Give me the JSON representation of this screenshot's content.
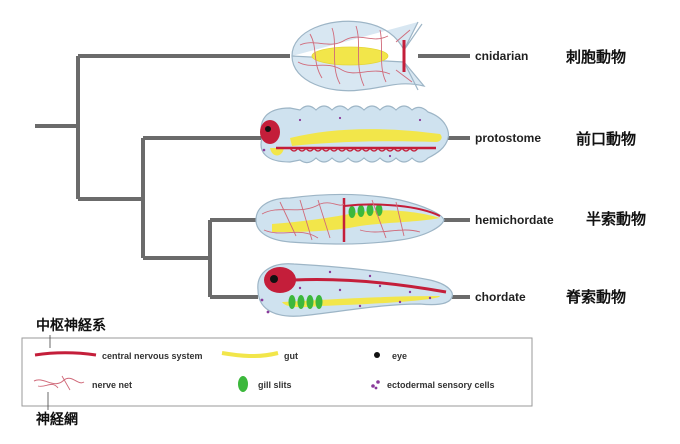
{
  "taxa": [
    {
      "label": "cnidarian",
      "label_ja": "刺胞動物"
    },
    {
      "label": "protostome",
      "label_ja": "前口動物"
    },
    {
      "label": "hemichordate",
      "label_ja": "半索動物"
    },
    {
      "label": "chordate",
      "label_ja": "脊索動物"
    }
  ],
  "side_labels": {
    "cns_ja": "中枢神経系",
    "nerve_net_ja": "神経網"
  },
  "legend": {
    "cns": "central nervous system",
    "gut": "gut",
    "eye": "eye",
    "nerve_net": "nerve net",
    "gill_slits": "gill slits",
    "sensory_cells": "ectodermal sensory cells"
  },
  "colors": {
    "branch": "#6b6b6b",
    "body_fill": "#cfe2ef",
    "cns": "#c41e3a",
    "gut": "#f2e64a",
    "gill": "#3cb83c",
    "eye": "#111111",
    "sensory": "#8a3a9a",
    "nerve_net": "#d06a7a"
  }
}
